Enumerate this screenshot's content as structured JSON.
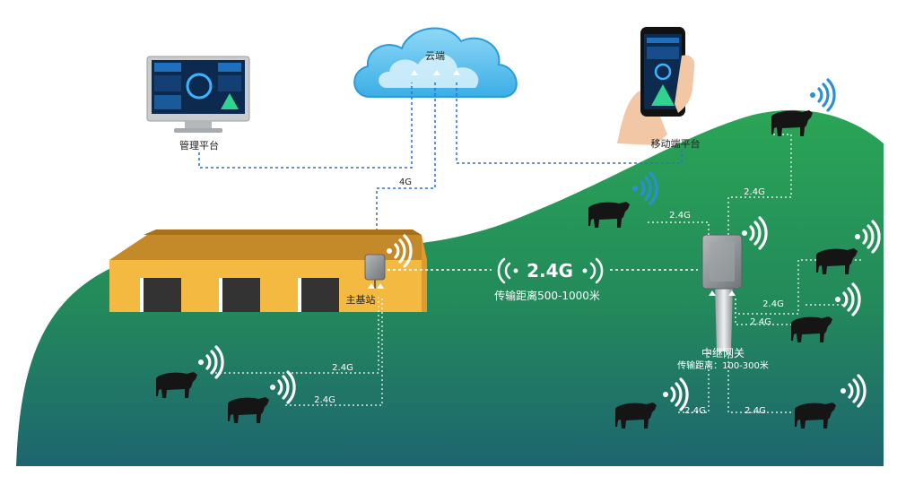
{
  "colors": {
    "hill_top": "#2a9d52",
    "hill_bottom": "#1f6d6a",
    "barn_wall": "#f4b940",
    "barn_roof": "#c9822a",
    "wifi": "#ffffff",
    "wifi_blue": "#2b8fd6",
    "cloud": "#63c3ee",
    "link": "#2e6fd0"
  },
  "nodes": {
    "cloud": "云端",
    "management": "管理平台",
    "mobile": "移动端平台",
    "base_station": "主基站",
    "relay": {
      "name": "中继网关",
      "range": "传输距离：100-300米"
    }
  },
  "links": {
    "uplink": "4G",
    "backbone": {
      "band": "2.4G",
      "range": "传输距离500-1000米"
    },
    "sensor": "2.4G"
  },
  "icons": [
    "cloud-icon",
    "monitor-icon",
    "phone-icon",
    "cow-icon",
    "wifi-icon",
    "arrow-up-icon"
  ]
}
